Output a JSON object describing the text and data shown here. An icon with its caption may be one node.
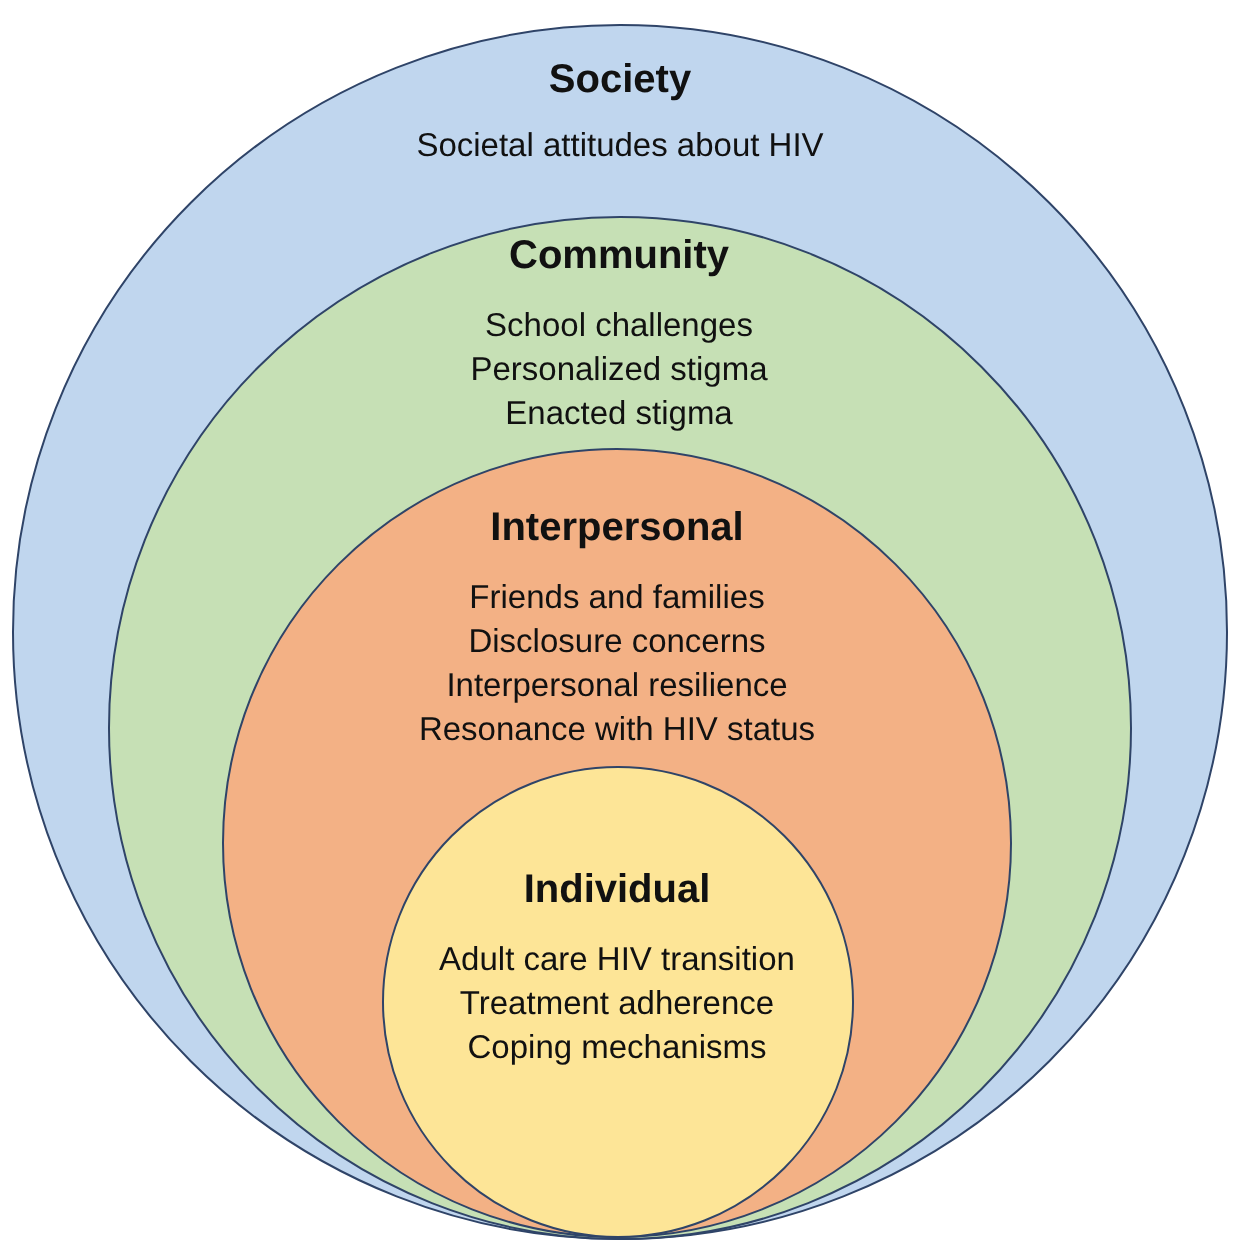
{
  "diagram": {
    "nodes": [
      {
        "text": [
          "Society",
          "Societal attitudes about HIV"
        ]
      },
      {
        "text": [
          "Community",
          "School challenges",
          "Personalized stigma",
          "Enacted stigma"
        ],
        "in": 0
      },
      {
        "text": [
          "Interpersonal",
          "Friends and families",
          "Disclosure concerns",
          "Interpersonal resilience",
          "Resonance with HIV status"
        ],
        "in": 1
      },
      {
        "text": [
          "Individual",
          "Adult care HIV transition",
          "Treatment adherence",
          "Coping mechanisms"
        ],
        "in": 2
      }
    ]
  }
}
